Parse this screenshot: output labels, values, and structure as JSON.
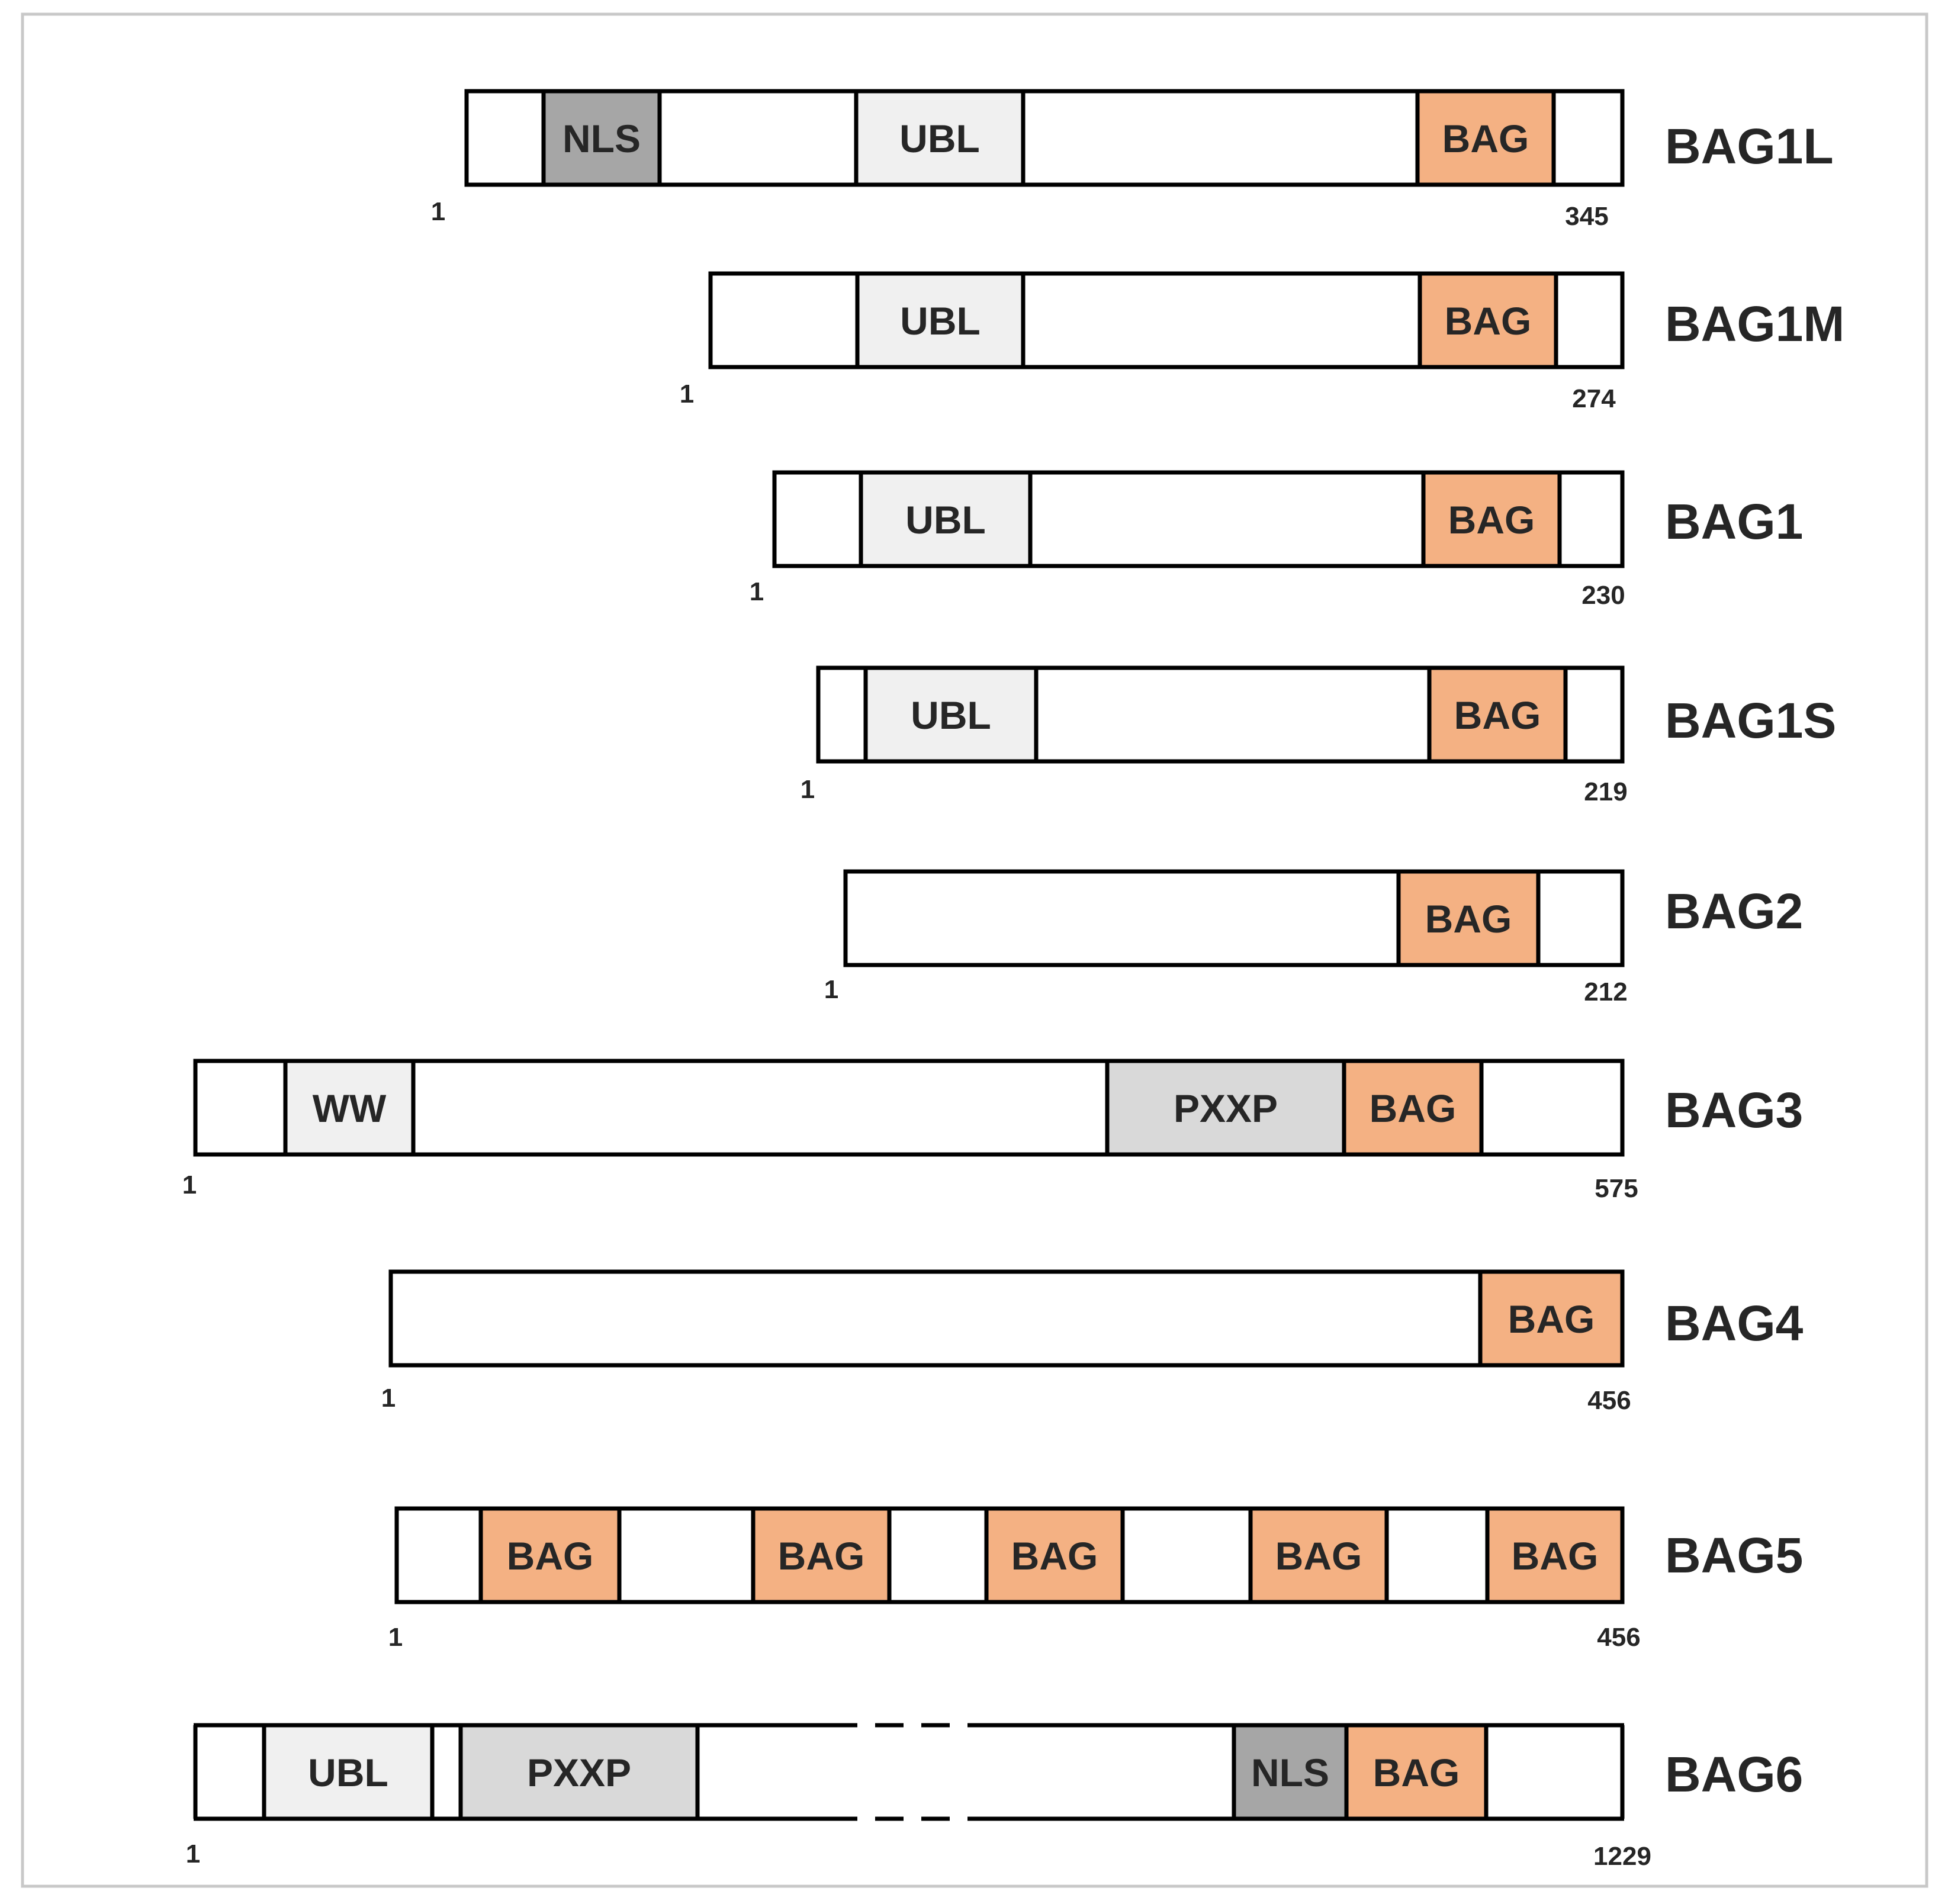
{
  "colors": {
    "frame": "#c8c8c8",
    "outline": "#000000",
    "NLS": "#a6a6a6",
    "UBL": "#f0f0f0",
    "WW": "#f0f0f0",
    "PXXP": "#d9d9d9",
    "BAG": "#f4b183",
    "background": "#ffffff"
  },
  "proteins": [
    {
      "name": "BAG1L",
      "start": "1",
      "end": "345",
      "domains": [
        {
          "label": "NLS"
        },
        {
          "label": "UBL"
        },
        {
          "label": "BAG"
        }
      ]
    },
    {
      "name": "BAG1M",
      "start": "1",
      "end": "274",
      "domains": [
        {
          "label": "UBL"
        },
        {
          "label": "BAG"
        }
      ]
    },
    {
      "name": "BAG1",
      "start": "1",
      "end": "230",
      "domains": [
        {
          "label": "UBL"
        },
        {
          "label": "BAG"
        }
      ]
    },
    {
      "name": "BAG1S",
      "start": "1",
      "end": "219",
      "domains": [
        {
          "label": "UBL"
        },
        {
          "label": "BAG"
        }
      ]
    },
    {
      "name": "BAG2",
      "start": "1",
      "end": "212",
      "domains": [
        {
          "label": "BAG"
        }
      ]
    },
    {
      "name": "BAG3",
      "start": "1",
      "end": "575",
      "domains": [
        {
          "label": "WW"
        },
        {
          "label": "PXXP"
        },
        {
          "label": "BAG"
        }
      ]
    },
    {
      "name": "BAG4",
      "start": "1",
      "end": "456",
      "domains": [
        {
          "label": "BAG"
        }
      ]
    },
    {
      "name": "BAG5",
      "start": "1",
      "end": "456",
      "domains": [
        {
          "label": "BAG"
        },
        {
          "label": "BAG"
        },
        {
          "label": "BAG"
        },
        {
          "label": "BAG"
        },
        {
          "label": "BAG"
        }
      ]
    },
    {
      "name": "BAG6",
      "start": "1",
      "end": "1229",
      "domains": [
        {
          "label": "UBL"
        },
        {
          "label": "PXXP"
        },
        {
          "label": "NLS"
        },
        {
          "label": "BAG"
        }
      ]
    }
  ]
}
